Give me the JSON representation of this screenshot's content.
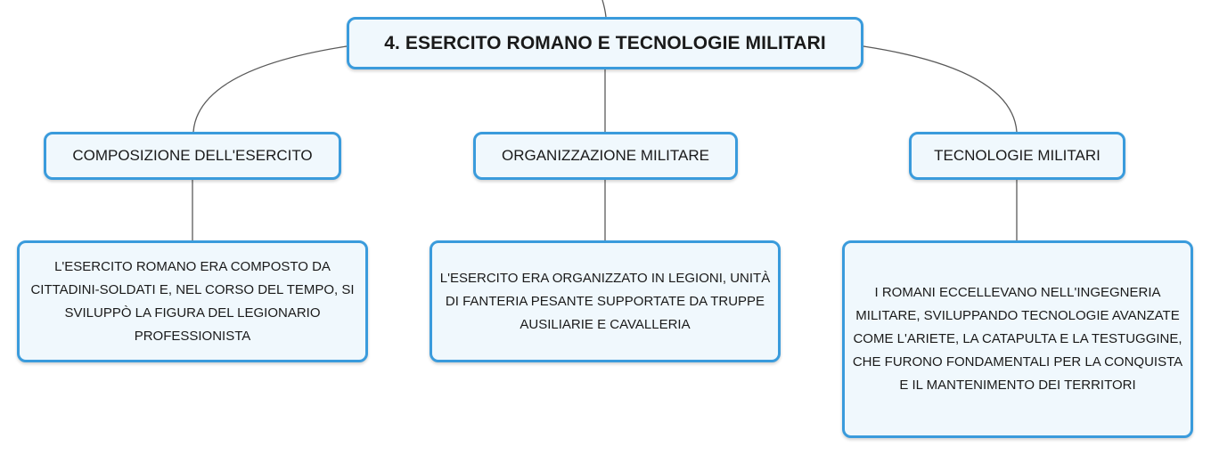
{
  "root": {
    "title": "4. ESERCITO ROMANO E TECNOLOGIE MILITARI"
  },
  "branches": [
    {
      "title": "COMPOSIZIONE DELL'ESERCITO",
      "detail": "L'ESERCITO ROMANO ERA COMPOSTO DA CITTADINI-SOLDATI E, NEL CORSO DEL TEMPO, SI SVILUPPÒ LA FIGURA DEL LEGIONARIO PROFESSIONISTA"
    },
    {
      "title": "ORGANIZZAZIONE MILITARE",
      "detail": "L'ESERCITO ERA ORGANIZZATO IN LEGIONI, UNITÀ DI FANTERIA PESANTE SUPPORTATE DA TRUPPE AUSILIARIE E CAVALLERIA"
    },
    {
      "title": "TECNOLOGIE MILITARI",
      "detail": "I ROMANI ECCELLEVANO NELL'INGEGNERIA MILITARE, SVILUPPANDO TECNOLOGIE AVANZATE COME L'ARIETE, LA CATAPULTA E LA TESTUGGINE, CHE FURONO FONDAMENTALI PER LA CONQUISTA E IL MANTENIMENTO DEI TERRITORI"
    }
  ],
  "colors": {
    "node_border": "#3a9bdc",
    "node_fill": "#f0f8fd",
    "connector": "#5a5a5a",
    "text": "#1a1a1a"
  }
}
